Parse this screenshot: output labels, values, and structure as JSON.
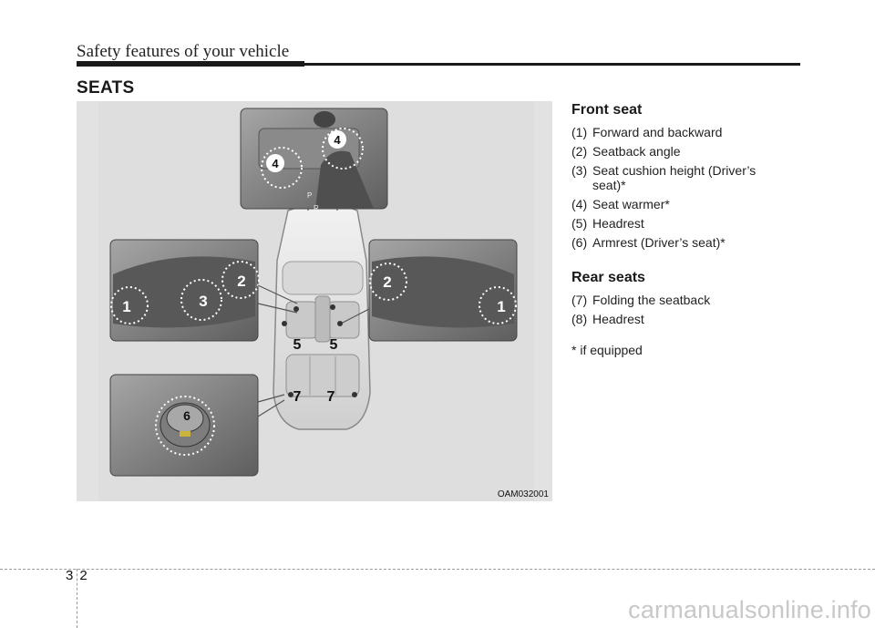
{
  "header": {
    "title": "Safety features of your vehicle"
  },
  "section": {
    "title": "SEATS"
  },
  "figure": {
    "code": "OAM032001",
    "callouts": {
      "c1a": "1",
      "c1b": "1",
      "c2a": "2",
      "c2b": "2",
      "c3": "3",
      "c4a": "4",
      "c4b": "4",
      "c5a": "5",
      "c5b": "5",
      "c6": "6",
      "c7a": "7",
      "c7b": "7",
      "gearP": "P",
      "gearR": "R"
    }
  },
  "front": {
    "heading": "Front seat",
    "items": [
      {
        "num": "(1)",
        "text": "Forward and backward"
      },
      {
        "num": "(2)",
        "text": "Seatback angle"
      },
      {
        "num": "(3)",
        "text": "Seat cushion height (Driver’s",
        "cont": "seat)*"
      },
      {
        "num": "(4)",
        "text": "Seat warmer*"
      },
      {
        "num": "(5)",
        "text": "Headrest"
      },
      {
        "num": "(6)",
        "text": "Armrest (Driver’s seat)*"
      }
    ]
  },
  "rear": {
    "heading": "Rear seats",
    "items": [
      {
        "num": "(7)",
        "text": "Folding the seatback"
      },
      {
        "num": "(8)",
        "text": "Headrest"
      }
    ]
  },
  "footnote": "* if equipped",
  "page": {
    "section": "3",
    "number": "2"
  },
  "watermark": "carmanualsonline.info"
}
